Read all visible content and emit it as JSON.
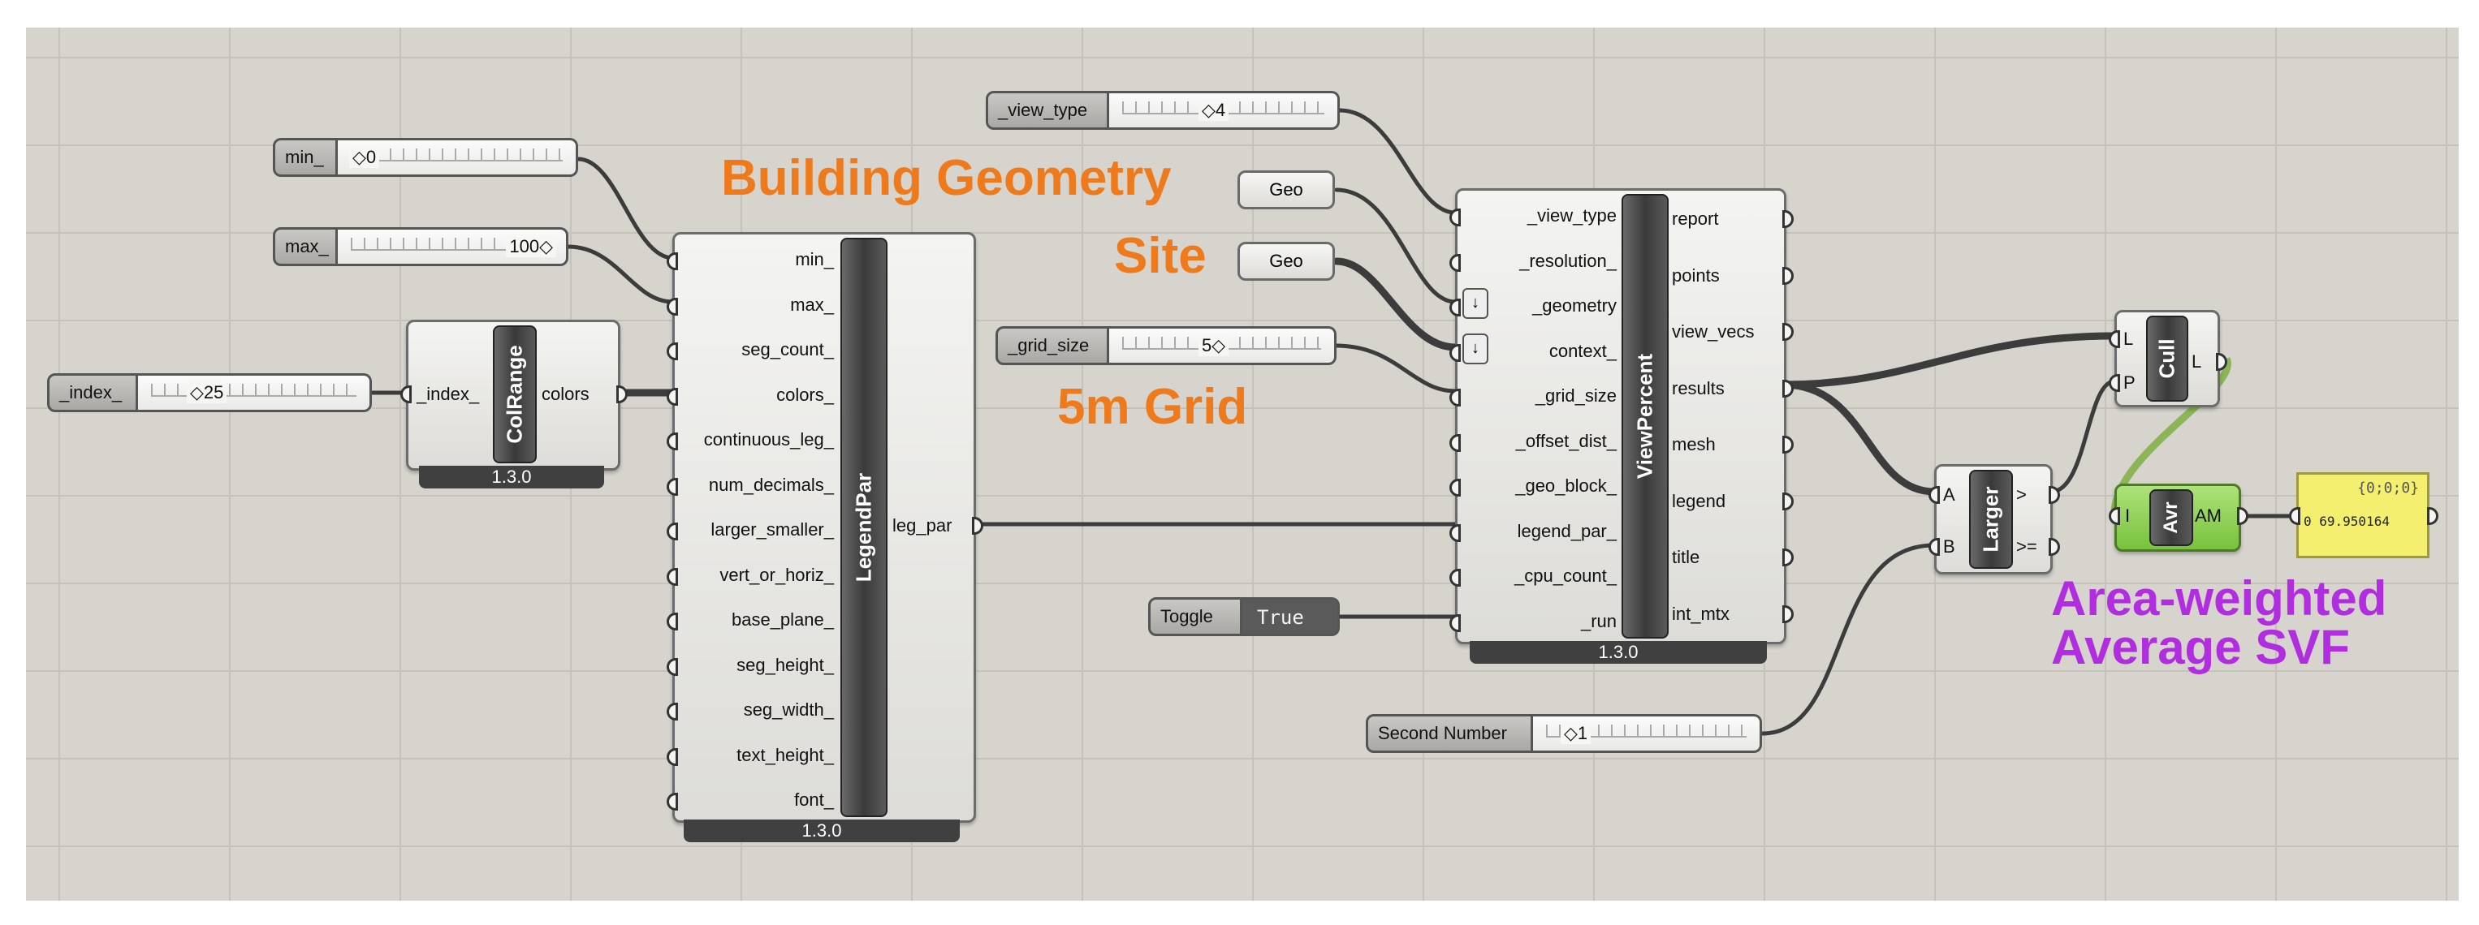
{
  "sliders": {
    "min": {
      "label": "min_",
      "value": "◇0"
    },
    "max": {
      "label": "max_",
      "value": "100◇"
    },
    "index": {
      "label": "_index_",
      "value": "◇25"
    },
    "view_type": {
      "label": "_view_type",
      "value": "◇4"
    },
    "grid_size": {
      "label": "_grid_size",
      "value": "5◇"
    },
    "second_number": {
      "label": "Second Number",
      "value": "◇1"
    }
  },
  "colrange": {
    "name": "ColRange",
    "input": "_index_",
    "output": "colors",
    "version": "1.3.0"
  },
  "legendpar": {
    "name": "LegendPar",
    "inputs": [
      "min_",
      "max_",
      "seg_count_",
      "colors_",
      "continuous_leg_",
      "num_decimals_",
      "larger_smaller_",
      "vert_or_horiz_",
      "base_plane_",
      "seg_height_",
      "seg_width_",
      "text_height_",
      "font_"
    ],
    "output": "leg_par",
    "version": "1.3.0"
  },
  "geo_params": {
    "building": "Geo",
    "site": "Geo"
  },
  "viewpercent": {
    "name": "ViewPercent",
    "inputs": [
      "_view_type",
      "_resolution_",
      "_geometry",
      "context_",
      "_grid_size",
      "_offset_dist_",
      "_geo_block_",
      "legend_par_",
      "_cpu_count_",
      "_run"
    ],
    "outputs": [
      "report",
      "points",
      "view_vecs",
      "results",
      "mesh",
      "legend",
      "title",
      "int_mtx"
    ],
    "version": "1.3.0"
  },
  "toggle": {
    "label": "Toggle",
    "value": "True"
  },
  "cull": {
    "name": "Cull",
    "inputs": [
      "L",
      "P"
    ],
    "output": "L"
  },
  "larger": {
    "name": "Larger",
    "inputs": [
      "A",
      "B"
    ],
    "outputs": [
      ">",
      ">="
    ]
  },
  "average": {
    "name": "Avr",
    "input": "I",
    "output": "AM"
  },
  "panel": {
    "path": "{0;0;0}",
    "value": "0 69.950164"
  },
  "annotations": {
    "building_geometry": "Building Geometry",
    "site": "Site",
    "grid": "5m Grid",
    "svf_line1": "Area-weighted",
    "svf_line2": "Average SVF"
  },
  "colors": {
    "canvas": "#d6d4cd",
    "orange": "#ee7a1c",
    "purple": "#b02ee0",
    "panel_yellow": "#f4ef6e",
    "avr_green": "#8fd14f"
  }
}
